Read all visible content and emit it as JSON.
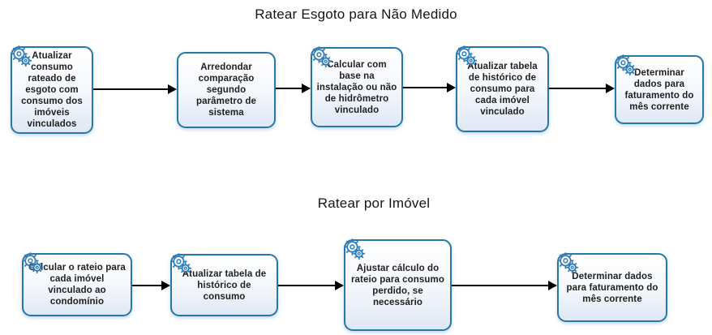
{
  "diagram": {
    "colors": {
      "box_border": "#2579a9",
      "box_fill_top": "#ffffff",
      "box_fill_bottom": "#dfe8f5",
      "text": "#1f1f1f",
      "arrow": "#000000",
      "gear_icon": "#2e7cb8"
    },
    "sections": [
      {
        "title": "Ratear Esgoto para Não Medido",
        "steps": [
          {
            "label": "Atualizar consumo rateado de esgoto com consumo dos imóveis vinculados",
            "icon": "gears-icon"
          },
          {
            "label": "Arredondar comparação segundo parâmetro de sistema",
            "icon": null
          },
          {
            "label": "Calcular com base na instalação ou não de hidrômetro vinculado",
            "icon": "gears-icon"
          },
          {
            "label": "Atualizar tabela de histórico de consumo para cada imóvel vinculado",
            "icon": "gears-icon"
          },
          {
            "label": "Determinar dados para faturamento do mês corrente",
            "icon": "gears-icon"
          }
        ]
      },
      {
        "title": "Ratear por Imóvel",
        "steps": [
          {
            "label": "Calcular o rateio para cada imóvel vinculado ao condomínio",
            "icon": "gears-icon"
          },
          {
            "label": "Atualizar tabela de histórico de consumo",
            "icon": "gears-icon"
          },
          {
            "label": "Ajustar cálculo do rateio para consumo perdido, se necessário",
            "icon": "gears-icon"
          },
          {
            "label": "Determinar dados para faturamento do mês corrente",
            "icon": "gears-icon"
          }
        ]
      }
    ]
  }
}
